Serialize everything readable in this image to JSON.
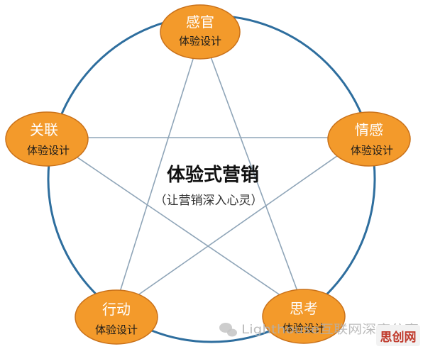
{
  "center": {
    "title": "体验式营销",
    "subtitle": "（让营销深入心灵）"
  },
  "nodes": [
    {
      "id": "sense",
      "title": "感官",
      "subtitle": "体验设计"
    },
    {
      "id": "feel",
      "title": "情感",
      "subtitle": "体验设计"
    },
    {
      "id": "think",
      "title": "思考",
      "subtitle": "体验设计"
    },
    {
      "id": "act",
      "title": "行动",
      "subtitle": "体验设计"
    },
    {
      "id": "relate",
      "title": "关联",
      "subtitle": "体验设计"
    }
  ],
  "watermark": {
    "text": "Lighthouse互联网深度分享",
    "icon": "wechat-icon"
  },
  "logo": {
    "text": "思创网"
  },
  "colors": {
    "ring": "#2e6e9e",
    "star": "#8fa5b8",
    "node_fill": "#f39a2b",
    "node_stroke": "#c9711a",
    "node_title": "#ffffff",
    "node_subtitle": "#1a1a1a"
  }
}
